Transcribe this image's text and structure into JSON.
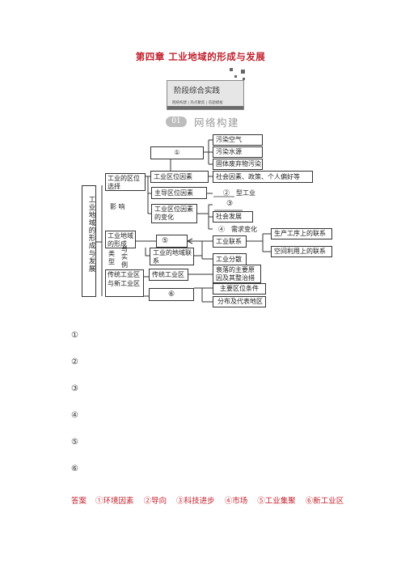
{
  "title": "第四章  工业地域的形成与发展",
  "banner": {
    "main": "阶段综合实践",
    "sub": "网络构建 | 热点聚焦 | 答题模板"
  },
  "section": {
    "number": "01",
    "title": "网络构建"
  },
  "diagram": {
    "root": "工业地域的形成与发展",
    "location_choice": "工业的区位选择",
    "influence": "影 响",
    "formation": "工业地域的形成",
    "type": "类 型",
    "with": "与",
    "example": "实 例",
    "traditional_new": "传统工业区与新工业区",
    "location_factors": "工业区位因素",
    "dominant_factors": "主导区位因素",
    "factor_changes": "工业区位因素的变化",
    "blank5": "⑤",
    "territorial_links": "工业的地域联系",
    "traditional_area": "传统工业区",
    "blank6": "⑥",
    "blank1": "①",
    "pollution_air": "污染空气",
    "pollution_water": "污染水源",
    "solid_waste": "固体废弃物污染",
    "social_factors": "社会因素、政策、个人偏好等",
    "blank2_type": "②　型工业",
    "blank3": "③",
    "social_dev": "社会发展",
    "blank4_demand": "④　需求变化",
    "industrial_links": "工业联系",
    "industrial_dispersion": "工业分散",
    "production_links": "生产工序上的联系",
    "spatial_links": "空间利用上的联系",
    "decline": "衰落的主要原因及其整治措施",
    "main_conditions": "主要区位条件",
    "distribution": "分布及代表地区"
  },
  "questions": [
    "①",
    "②",
    "③",
    "④",
    "⑤",
    "⑥"
  ],
  "answer": {
    "label": "答案",
    "items": [
      "①环境因素",
      "②导向",
      "③科技进步",
      "④市场",
      "⑤工业集聚",
      "⑥新工业区"
    ]
  }
}
